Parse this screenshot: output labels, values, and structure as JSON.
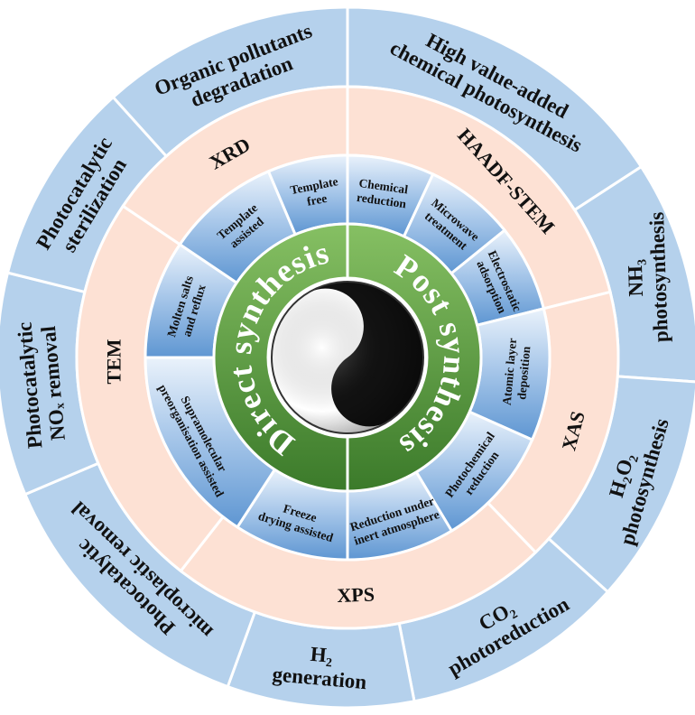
{
  "center": {
    "left_label": "Direct synthesis",
    "right_label": "Post synthesis",
    "symbol": "yin-yang-icon"
  },
  "methods_direct": [
    {
      "lines": [
        "Template",
        "free"
      ]
    },
    {
      "lines": [
        "Template",
        "assisted"
      ]
    },
    {
      "lines": [
        "Molten salts",
        "and reflux"
      ]
    },
    {
      "lines": [
        "Supramolecular",
        "preorganisation assisted"
      ]
    },
    {
      "lines": [
        "Freeze",
        "drying assisted"
      ]
    }
  ],
  "methods_post": [
    {
      "lines": [
        "Chemical",
        "reduction"
      ]
    },
    {
      "lines": [
        "Microwave",
        "treatment"
      ]
    },
    {
      "lines": [
        "Electrostatic",
        "adsorption"
      ]
    },
    {
      "lines": [
        "Atomic layer",
        "deposition"
      ]
    },
    {
      "lines": [
        "Photochemical",
        "reduction"
      ]
    },
    {
      "lines": [
        "Reduction under",
        "inert atmosphere"
      ]
    }
  ],
  "characterization": [
    "XRD",
    "HAADF-STEM",
    "XAS",
    "XPS",
    "TEM"
  ],
  "applications": [
    {
      "lines": [
        "Organic pollutants",
        "degradation"
      ]
    },
    {
      "lines": [
        "High value-added",
        "chemical photosynthesis"
      ]
    },
    {
      "lines": [
        "NH₃",
        "photosynthesis"
      ]
    },
    {
      "lines": [
        "H₂O₂",
        "photosynthesis"
      ]
    },
    {
      "lines": [
        "CO₂",
        "photoreduction"
      ]
    },
    {
      "lines": [
        "H₂",
        "generation"
      ]
    },
    {
      "lines": [
        "Photocatalytic",
        "microplastic removal"
      ]
    },
    {
      "lines": [
        "Photocatalytic",
        "NOₓ removal"
      ]
    },
    {
      "lines": [
        "Photocatalytic",
        "sterilization"
      ]
    }
  ],
  "colors": {
    "outer_ring": "#b5d1ec",
    "characterization_ring": "#fde1d4",
    "method_ring_light": "#e4eef9",
    "method_ring_dark": "#6a9fd6",
    "synthesis_ring_light": "#7fba5c",
    "synthesis_ring_dark": "#3e7c2c"
  }
}
